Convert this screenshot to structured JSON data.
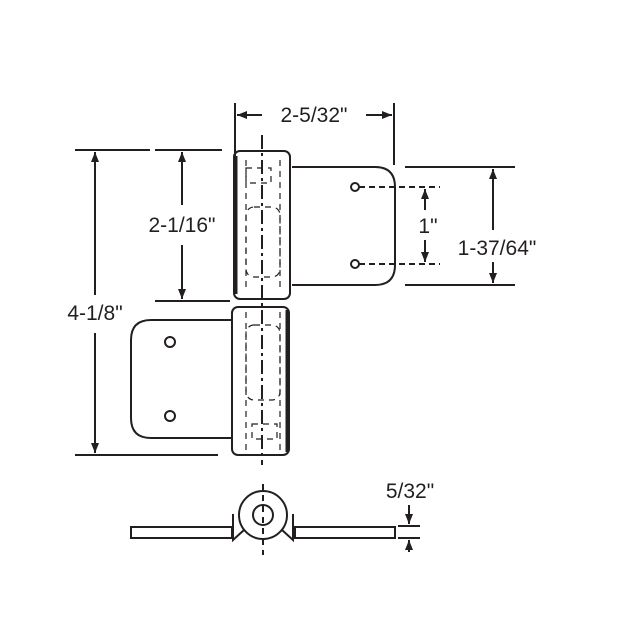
{
  "diagram": {
    "subject": "hinge",
    "dimensions": {
      "overall_width": "2-5/32\"",
      "upper_knuckle_height": "2-1/16\"",
      "overall_height": "4-1/8\"",
      "hole_spacing": "1\"",
      "leaf_height": "1-37/64\"",
      "leaf_thickness": "5/32\""
    },
    "colors": {
      "line": "#231f20",
      "background": "#ffffff"
    }
  }
}
